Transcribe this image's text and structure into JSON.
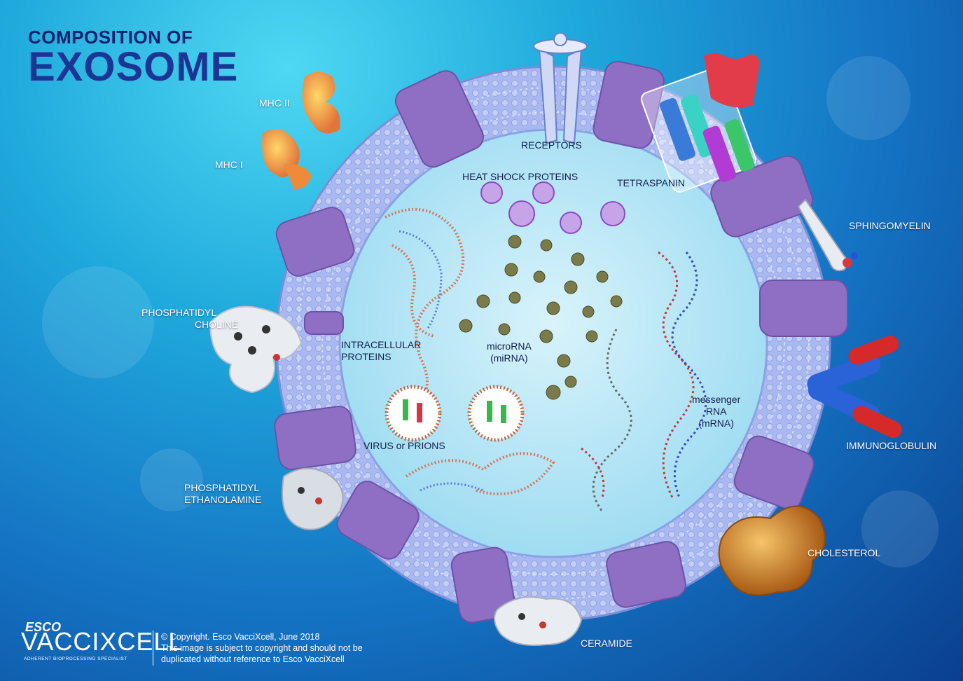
{
  "title": {
    "line1": "COMPOSITION OF",
    "line2": "EXOSOME"
  },
  "labels": {
    "mhc_ii": "MHC II",
    "mhc_i": "MHC I",
    "receptors": "RECEPTORS",
    "heat_shock": "HEAT SHOCK PROTEINS",
    "tetraspanin": "TETRASPANIN",
    "sphingomyelin": "SPHINGOMYELIN",
    "phosphatidyl_choline": [
      "PHOSPHATIDYL",
      "CHOLINE"
    ],
    "intracellular": [
      "INTRACELLULAR",
      "PROTEINS"
    ],
    "microrna": [
      "microRNA",
      "(miRNA)"
    ],
    "mrna": [
      "messenger",
      "RNA",
      "(mRNA)"
    ],
    "virus": "VIRUS or PRIONS",
    "immunoglobulin": "IMMUNOGLOBULIN",
    "phosphatidyl_ethanolamine": [
      "PHOSPHATIDYL",
      "ETHANOLAMINE"
    ],
    "cholesterol": "CHOLESTEROL",
    "ceramide": "CERAMIDE"
  },
  "logo": {
    "esco": "ESCO",
    "brand": "VACCIXCELL",
    "tagline": "ADHERENT BIOPROCESSING SPECIALIST"
  },
  "copyright": [
    "© Copyright. Esco VacciXcell, June 2018",
    "This image is subject to copyright and should not be",
    "duplicated without reference to Esco VacciXcell"
  ],
  "colors": {
    "membrane": "#a9b8f0",
    "interior": "#bfe9f7",
    "protein": "#8e6fc4",
    "mhc": "#f2b24a",
    "immunoglobulin_heavy": "#2a62d8",
    "immunoglobulin_light": "#d62a2a",
    "cholesterol": "#d98a2a"
  }
}
